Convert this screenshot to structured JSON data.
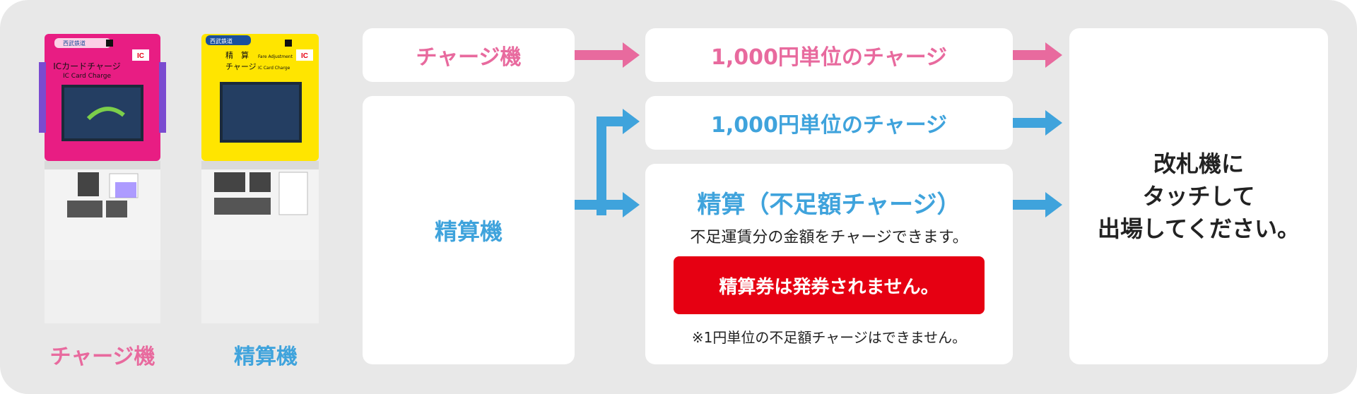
{
  "machines": {
    "charge": {
      "caption": "チャージ機",
      "title_main": "ICカードチャージ",
      "title_sub": "IC Card Charge",
      "brand": "西武鉄道",
      "ic_mark": "IC"
    },
    "settle": {
      "caption": "精算機",
      "title_main_1": "精　算",
      "title_main_2": "チャージ",
      "title_en_1": "Fare Adjustment",
      "title_en_2": "IC Card Charge",
      "brand": "西武鉄道",
      "ic_mark": "IC"
    }
  },
  "flow": {
    "charge_machine_label": "チャージ機",
    "settle_machine_label": "精算機",
    "charge_option_1": "1,000円単位のチャージ",
    "charge_option_2": "1,000円単位のチャージ",
    "settle_title": "精算（不足額チャージ）",
    "settle_desc": "不足運賃分の金額をチャージできます。",
    "settle_warning": "精算券は発券されません。",
    "settle_note": "※1円単位の不足額チャージはできません。",
    "final_line_1": "改札機に",
    "final_line_2": "タッチして",
    "final_line_3": "出場してください。"
  },
  "colors": {
    "pink": "#e86a9e",
    "blue": "#3fa3dc",
    "red": "#e60012",
    "panel": "#e8e8e8"
  }
}
